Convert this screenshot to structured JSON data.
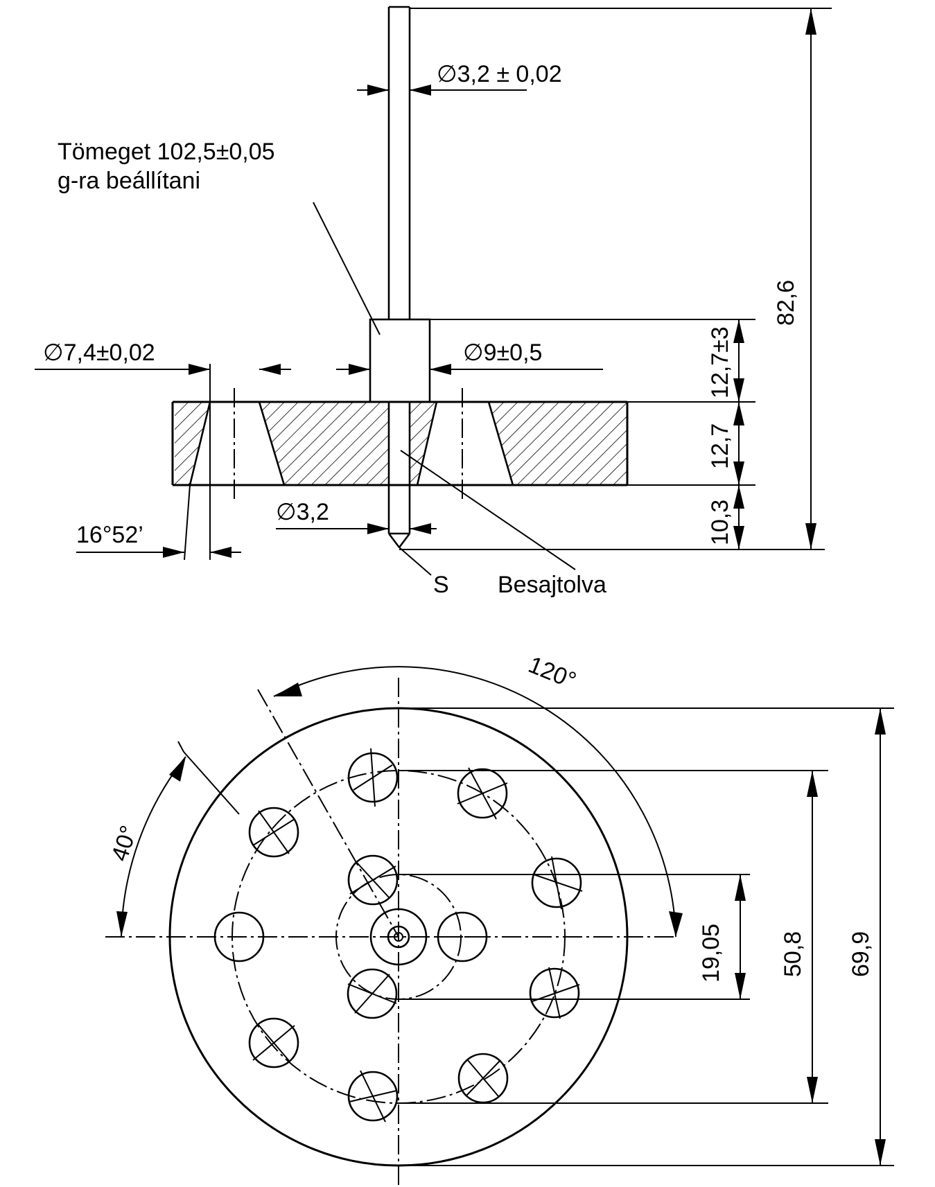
{
  "labels": {
    "shaft_diameter": "∅3,2 ± 0,02",
    "mass_note_line1": "Tömeget 102,5±0,05",
    "mass_note_line2": "g-ra beállítani",
    "hole_diameter": "∅7,4±0,02",
    "collar_diameter": "∅9±0,5",
    "tip_diameter": "∅3,2",
    "taper_angle": "16°52’",
    "point_label": "S",
    "pressed_label": "Besajtolva",
    "dim_total_height": "82,6",
    "dim_collar_height": "12,7±3",
    "dim_disc_thickness": "12,7",
    "dim_tip_length": "10,3",
    "angle_120": "120°",
    "angle_40": "40°",
    "dim_inner_circle": "19,05",
    "dim_hole_circle": "50,8",
    "dim_outer_diameter": "69,9"
  }
}
